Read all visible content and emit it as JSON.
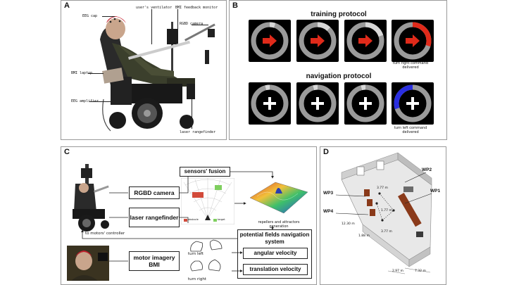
{
  "panels": {
    "a": {
      "letter": "A",
      "labels": {
        "eeg_cap": "EEG cap",
        "ventilator": "user's ventilator",
        "feedback_monitor": "BMI feedback monitor",
        "rgbd_camera": "RGBD camera",
        "laptop": "BMI laptop",
        "eeg_amplifier": "EEG amplifier",
        "laser": "laser rangefinder"
      }
    },
    "b": {
      "letter": "B",
      "training_title": "training protocol",
      "navigation_title": "navigation protocol",
      "training_caption": "turn right command delivered",
      "navigation_caption": "turn left command delivered"
    },
    "c": {
      "letter": "C",
      "sensors_fusion": "sensors' fusion",
      "rgbd_camera": "RGBD camera",
      "laser_rangefinder": "laser rangefinder",
      "to_motors": "to motors' controller",
      "repellers": "repellers and attractors generation",
      "potential_fields": "potential fields navigation system",
      "angular_velocity": "angular velocity",
      "translation_velocity": "translation velocity",
      "motor_imagery": "motor imagery BMI",
      "turn_left": "turn left",
      "turn_right": "turn right",
      "legend_obstacle": "obstacle",
      "legend_target": "target"
    },
    "d": {
      "letter": "D",
      "wp1": "WP1",
      "wp2": "WP2",
      "wp3": "WP3",
      "wp4": "WP4",
      "dims": [
        "3.77 m",
        "1.77 m",
        "12.30 m",
        "1.88 m",
        "3.77 m",
        "2.97 m",
        "7.32 m"
      ]
    }
  },
  "colors": {
    "arrow_red": "#e02a1a",
    "left_blue": "#2a2ee0",
    "ring_grey": "#9a9a9a",
    "ring_light": "#d8d8d8"
  },
  "training_levels": [
    0.05,
    0.12,
    0.2,
    0.3
  ],
  "navigation_levels": [
    0.04,
    0.04,
    0.04,
    0.3
  ]
}
